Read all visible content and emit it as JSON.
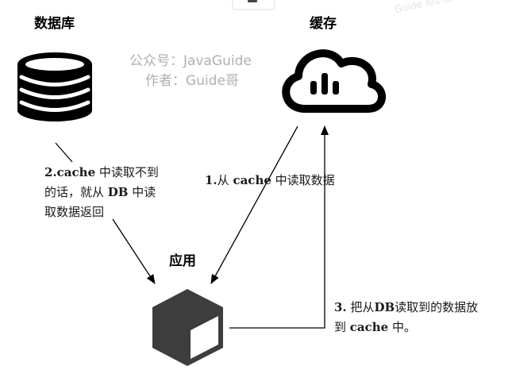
{
  "nodes": {
    "database": {
      "title": "数据库"
    },
    "cache": {
      "title": "缓存"
    },
    "app": {
      "title": "应用"
    }
  },
  "watermark": {
    "line1": "公众号：JavaGuide",
    "line2": "作者：Guide哥",
    "corner": "Guide 知识星球"
  },
  "edges": {
    "app_to_cache": {
      "step": "1.",
      "part1": "从 ",
      "keyword": "cache",
      "part2": " 中读取数据"
    },
    "db_to_app": {
      "line1_step": "2.",
      "line1_keyword": "cache",
      "line1_rest": " 中读取不到",
      "line2_start": "的话，就从 ",
      "line2_keyword": "DB",
      "line2_rest": " 中读",
      "line3": "取数据返回"
    },
    "app_writes_cache": {
      "line1_step": "3.",
      "line1_start": " 把从",
      "line1_keyword": "DB",
      "line1_rest": "读取到的数据放",
      "line2_start": "到 ",
      "line2_keyword": "cache",
      "line2_rest": " 中。"
    }
  },
  "colors": {
    "icon_fill": "#000000",
    "app_box_dark": "#3d3d3d",
    "arrow": "#000000",
    "watermark": "#b0b0b0"
  },
  "icons": {
    "database": "database-icon",
    "cache": "cloud-chart-icon",
    "app": "cube-icon"
  }
}
